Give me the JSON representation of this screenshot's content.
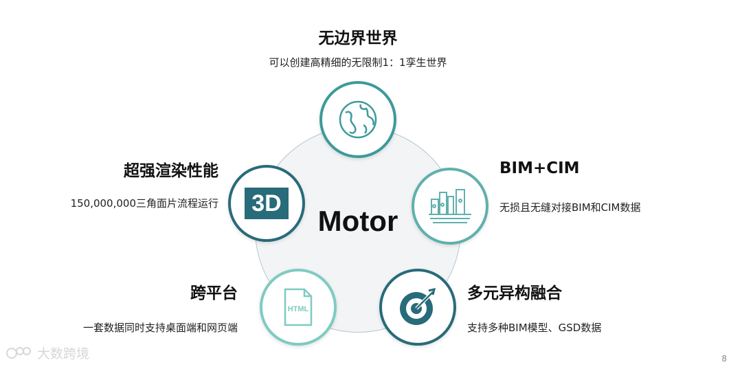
{
  "center_label": "Motor",
  "colors": {
    "teal": "#3d9a9a",
    "dark_teal": "#286b7a",
    "light_teal": "#7fcbc2",
    "circle_bg": "#f3f4f6"
  },
  "nodes": {
    "top": {
      "title": "无边界世界",
      "desc": "可以创建高精细的无限制1：1孪生世界",
      "icon": "globe-icon"
    },
    "left": {
      "title": "超强渲染性能",
      "desc": "150,000,000三角面片流程运行",
      "icon": "3d-icon",
      "icon_text": "3D"
    },
    "right": {
      "title": "BIM+CIM",
      "desc": "无损且无缝对接BIM和CIM数据",
      "icon": "city-icon"
    },
    "bottom_left": {
      "title": "跨平台",
      "desc": "一套数据同时支持桌面端和网页端",
      "icon": "html-file-icon",
      "icon_text": "HTML"
    },
    "bottom_right": {
      "title": "多元异构融合",
      "desc": "支持多种BIM模型、GSD数据",
      "icon": "target-icon"
    }
  },
  "watermark": "大数跨境",
  "page_number": "8"
}
